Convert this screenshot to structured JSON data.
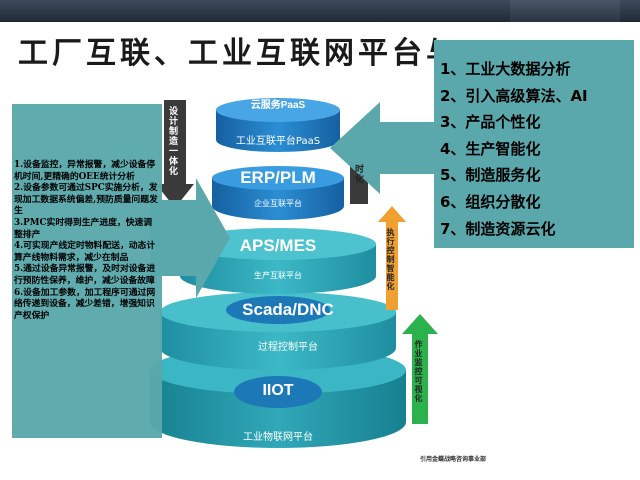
{
  "title": "工厂互联、工业互联网平台与",
  "layers": [
    {
      "title": "云服务PaaS",
      "subtitle": "工业互联平台PaaS"
    },
    {
      "title": "ERP/PLM",
      "subtitle": "企业互联平台"
    },
    {
      "title": "APS/MES",
      "subtitle": "生产互联平台"
    },
    {
      "title": "Scada/DNC",
      "subtitle": "过程控制平台"
    },
    {
      "title": "IIOT",
      "subtitle": "工业物联网平台"
    }
  ],
  "left_items": [
    "1.设备监控，异常报警，减少设备停机时间,更精确的OEE统计分析",
    "2.设备参数可通过SPC实施分析，发现加工数据系统偏差,预防质量问题发生",
    "3.PMC实时得到生产进度，快速调整排产",
    "4.可实现产线定时物料配送，动态计算产线物料需求，减少在制品",
    "5.通过设备异常报警，及时对设备进行预防性保养，维护，减少设备故障",
    "6.设备加工参数，加工程序可通过网络传递到设备，减少差错，增强知识产权保护"
  ],
  "right_items": [
    "1、工业大数据分析",
    "2、引入高级算法、AI",
    "3、产品个性化",
    "4、生产智能化",
    "5、制造服务化",
    "6、组织分散化",
    "7、制造资源云化"
  ],
  "arrows": {
    "down": "设计制造一体化",
    "orange": "执行控制智能化",
    "green": "作业监控可视化",
    "partial": "时化"
  },
  "credit": "引用金蝶战略咨询事业部",
  "colors": {
    "teal_box": "#5aa8ab",
    "layer_blue": "#1a7cc0",
    "layer_teal": "#2fa7b5",
    "orange_arrow": "#f0a030",
    "green_arrow": "#2bb24c"
  }
}
